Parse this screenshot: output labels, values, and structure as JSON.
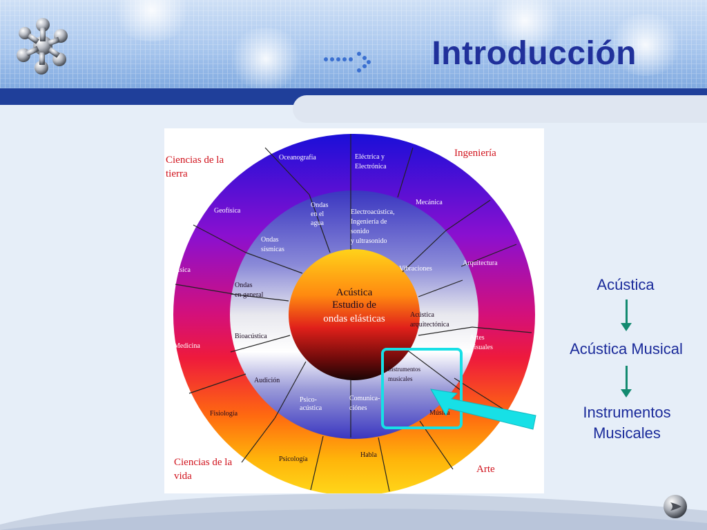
{
  "slide": {
    "title": "Introducción"
  },
  "diagram": {
    "center": {
      "line1": "Acústica",
      "line2": "Estudio de",
      "line3": "ondas elásticas"
    },
    "corner_labels": {
      "top_left_1": "Ciencias de la",
      "top_left_2": "tierra",
      "top_right": "Ingeniería",
      "bottom_left_1": "Ciencias de la",
      "bottom_left_2": "vida",
      "bottom_right": "Arte"
    },
    "outer_ring": {
      "oceanografia": "Oceanografía",
      "electrica_1": "Eléctrica y",
      "electrica_2": "Electrónica",
      "mecanica": "Mecánica",
      "arquitectura": "Arquitectura",
      "artes_1": "Artes",
      "artes_2": "Visuales",
      "musica": "Música",
      "habla": "Habla",
      "psicologia": "Psicología",
      "fisiologia": "Fisiología",
      "medicina": "Medicina",
      "fisica": "Física",
      "geofisica": "Geofísica"
    },
    "inner_ring": {
      "ondas_agua_1": "Ondas",
      "ondas_agua_2": "en el",
      "ondas_agua_3": "agua",
      "electroacustica_1": "Electroacústica,",
      "electroacustica_2": "Ingeniería de",
      "electroacustica_3": "sonido",
      "electroacustica_4": "y ultrasonido",
      "vibraciones": "Vibraciones",
      "acustica_arq_1": "Acústica",
      "acustica_arq_2": "arquitectónica",
      "instrumentos_1": "Instrumentos",
      "instrumentos_2": "musicales",
      "comunicaciones_1": "Comunica-",
      "comunicaciones_2": "ciónes",
      "psicoacustica_1": "Psico-",
      "psicoacustica_2": "acústica",
      "audicion": "Audición",
      "bioacustica": "Bioacústica",
      "ondas_general_1": "Ondas",
      "ondas_general_2": "en general",
      "ondas_sismicas_1": "Ondas",
      "ondas_sismicas_2": "sísmicas"
    }
  },
  "flow": {
    "step1": "Acústica",
    "step2": "Acústica Musical",
    "step3_line1": "Instrumentos",
    "step3_line2": "Musicales"
  },
  "colors": {
    "title": "#20309a",
    "flow_text": "#1a2a9a",
    "flow_arrow": "#138a70",
    "highlight": "#17e0e6",
    "corner_label": "#d0101a",
    "nav_bar": "#1f3f9a"
  }
}
